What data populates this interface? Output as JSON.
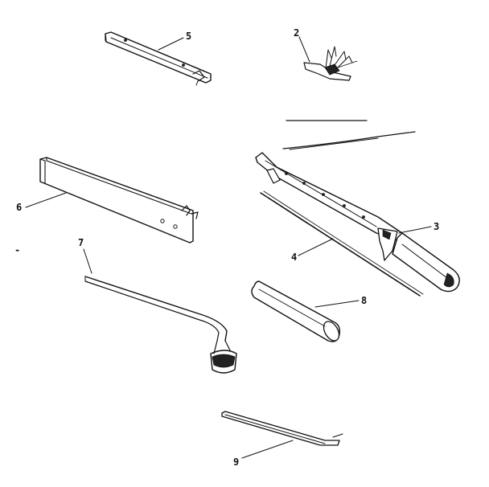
{
  "diagram": {
    "callouts": {
      "part_2": "2",
      "part_3": "3",
      "part_4": "4",
      "part_5": "5",
      "part_6": "6",
      "part_7": "7",
      "part_8": "8",
      "part_9": "9"
    },
    "stray_mark": "-",
    "colors": {
      "ink": "#111111",
      "background": "#ffffff"
    }
  }
}
